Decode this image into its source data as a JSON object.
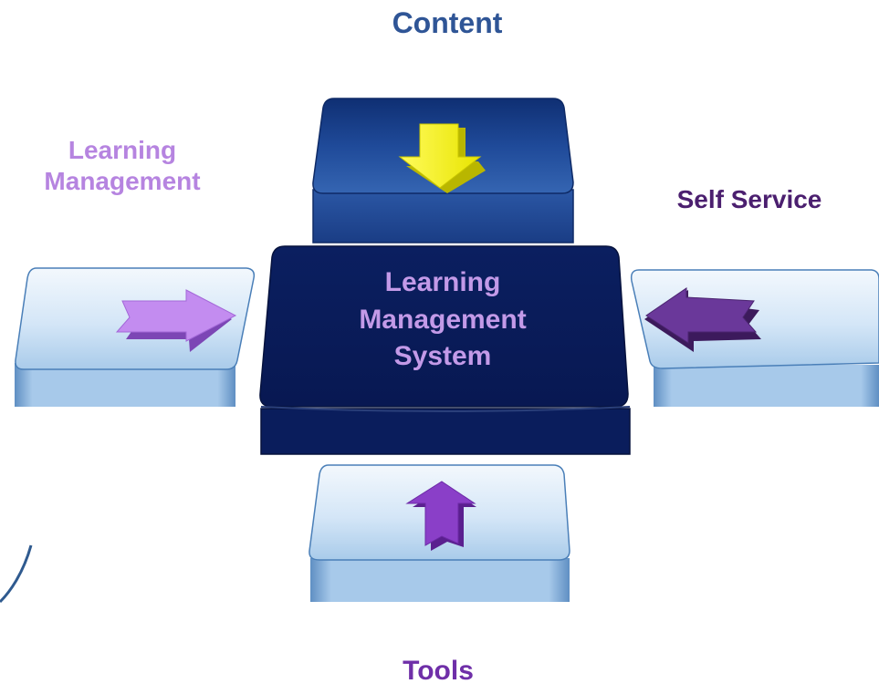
{
  "labels": {
    "content": "Content",
    "learning_management": "Learning Management",
    "self_service": "Self Service",
    "tools": "Tools"
  },
  "center": {
    "line1": "Learning",
    "line2": "Management",
    "line3": "System"
  },
  "colors": {
    "content_label": "#2f5596",
    "learning_management_label": "#b684e0",
    "self_service_label": "#4b1f6f",
    "tools_label": "#6f2fa8",
    "center_text": "#c39ae8",
    "center_box": "#0a1d5c",
    "top_box": "#1f4591",
    "side_box_light": "#dce9f7",
    "side_box_mid": "#8fb6de",
    "arrow_yellow": "#f5f21a",
    "arrow_light_purple": "#c38cf0",
    "arrow_dark_purple": "#5f2f8c",
    "arrow_purple": "#8a3fc8"
  },
  "icons": {
    "top": "down-arrow-icon",
    "left": "right-arrow-icon",
    "right": "left-arrow-icon",
    "bottom": "up-arrow-icon"
  }
}
